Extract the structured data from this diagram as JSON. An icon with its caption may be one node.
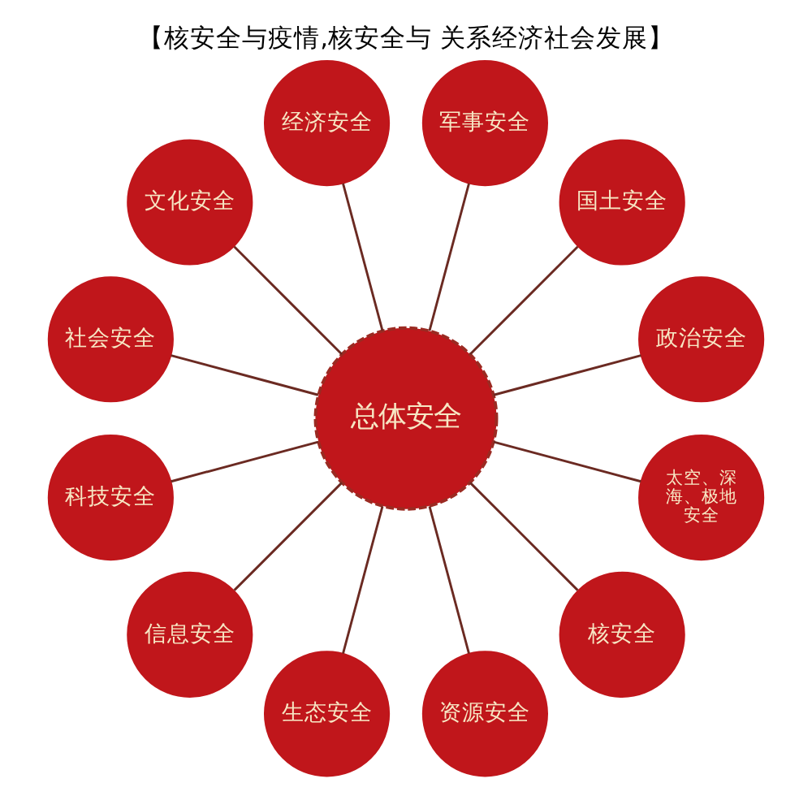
{
  "diagram": {
    "title": "【核安全与疫情,核安全与 关系经济社会发展】",
    "nodes": [
      {
        "text": [
          "总体安全"
        ]
      },
      {
        "text": [
          "政治安全"
        ]
      },
      {
        "text": [
          "国土安全"
        ]
      },
      {
        "text": [
          "军事安全"
        ]
      },
      {
        "text": [
          "经济安全"
        ]
      },
      {
        "text": [
          "文化安全"
        ]
      },
      {
        "text": [
          "社会安全"
        ]
      },
      {
        "text": [
          "科技安全"
        ]
      },
      {
        "text": [
          "信息安全"
        ]
      },
      {
        "text": [
          "生态安全"
        ]
      },
      {
        "text": [
          "资源安全"
        ]
      },
      {
        "text": [
          "核安全"
        ]
      },
      {
        "text": [
          "太空、深海、极地安全"
        ]
      }
    ],
    "edges": [
      {
        "from": 0,
        "to": 1,
        "arrow": "none"
      },
      {
        "from": 0,
        "to": 2,
        "arrow": "none"
      },
      {
        "from": 0,
        "to": 3,
        "arrow": "none"
      },
      {
        "from": 0,
        "to": 4,
        "arrow": "none"
      },
      {
        "from": 0,
        "to": 5,
        "arrow": "none"
      },
      {
        "from": 0,
        "to": 6,
        "arrow": "none"
      },
      {
        "from": 0,
        "to": 7,
        "arrow": "none"
      },
      {
        "from": 0,
        "to": 8,
        "arrow": "none"
      },
      {
        "from": 0,
        "to": 9,
        "arrow": "none"
      },
      {
        "from": 0,
        "to": 10,
        "arrow": "none"
      },
      {
        "from": 0,
        "to": 11,
        "arrow": "none"
      },
      {
        "from": 0,
        "to": 12,
        "arrow": "none"
      }
    ]
  }
}
